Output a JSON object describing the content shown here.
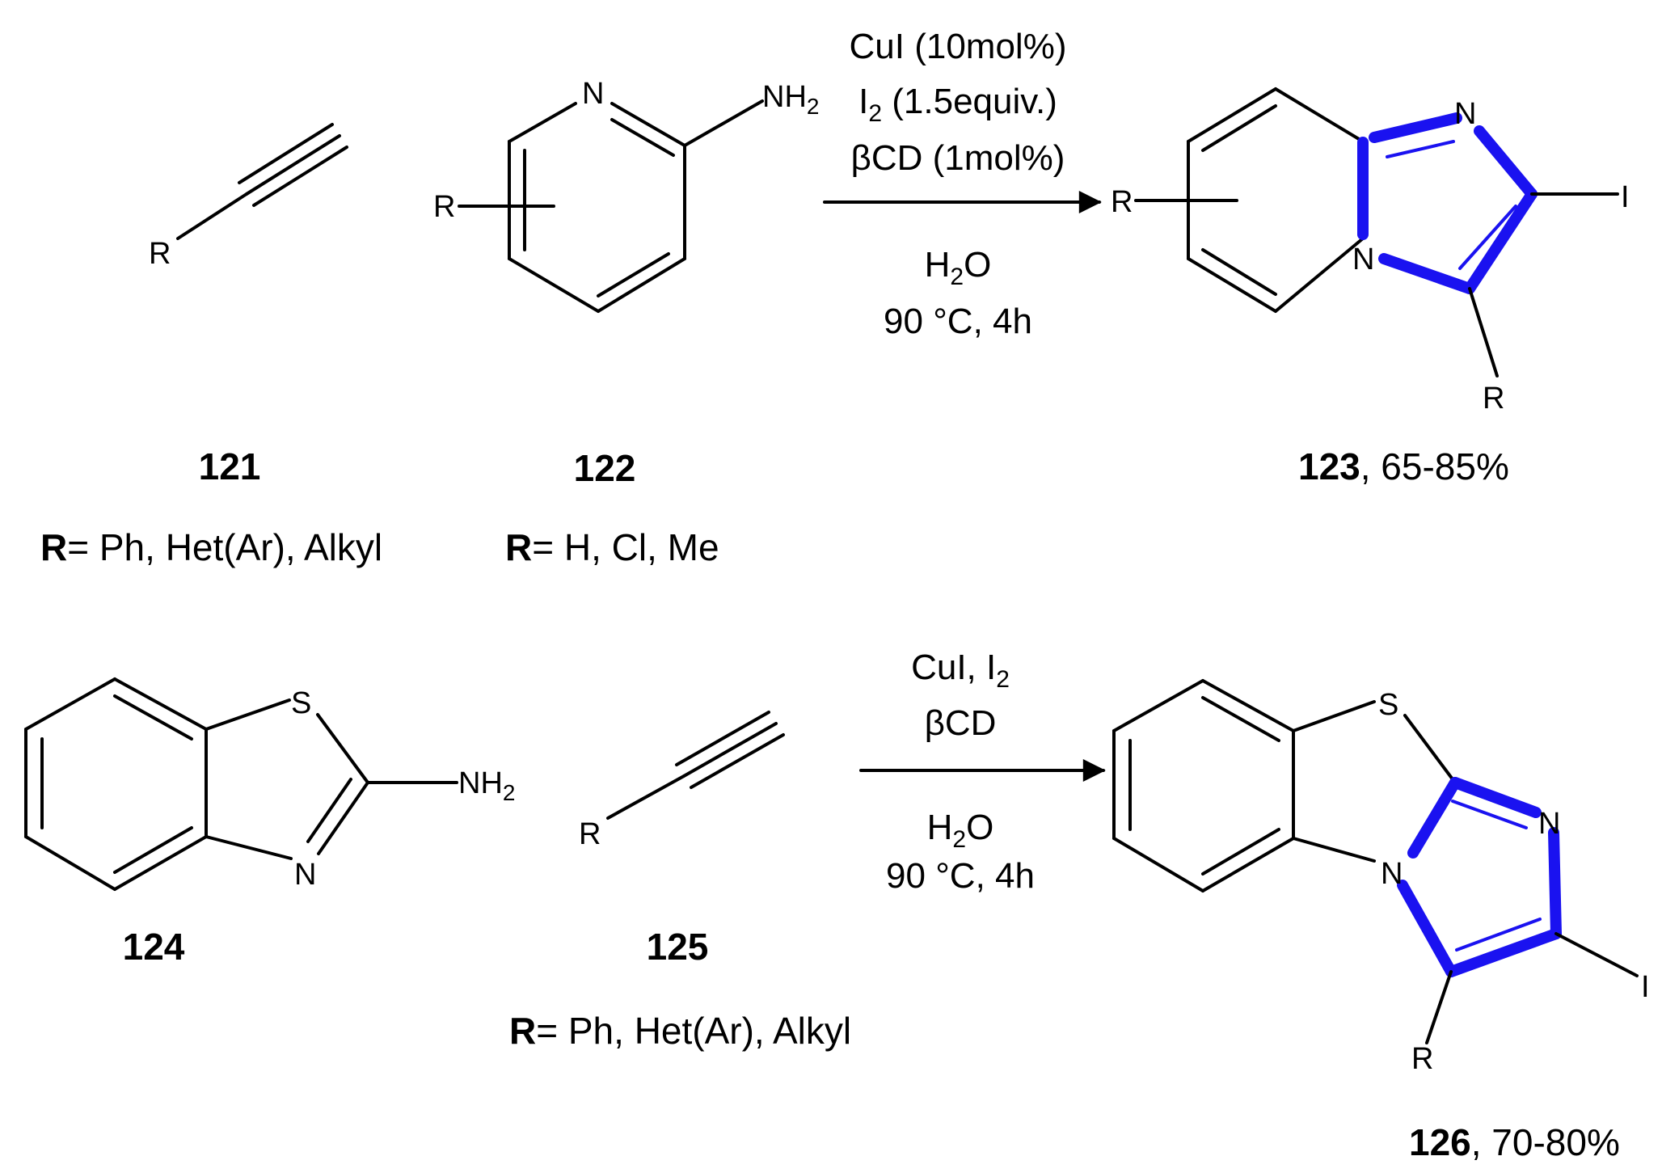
{
  "colors": {
    "bond": "#000000",
    "highlight": "#1a12f0"
  },
  "atoms": {
    "R": "R",
    "N": "N",
    "S": "S",
    "I": "I",
    "NH2_main": "NH",
    "NH2_sub": "2"
  },
  "reaction1": {
    "conditions_line1": "CuI (10mol%)",
    "conditions_line2_main": "I",
    "conditions_line2_sub": "2",
    "conditions_line2_rest": " (1.5equiv.)",
    "conditions_line3": "βCD (1mol%)",
    "solvent_main": "H",
    "solvent_sub": "2",
    "solvent_rest": "O",
    "temp_time": "90 °C, 4h",
    "compound_121": "121",
    "compound_122": "122",
    "compound_123": "123",
    "yield_123": ", 65-85%",
    "r_prefix": "R",
    "r_121_values": "= Ph, Het(Ar), Alkyl",
    "r_122_values": "= H, Cl, Me"
  },
  "reaction2": {
    "conditions_line1_main": "CuI, I",
    "conditions_line1_sub": "2",
    "conditions_line2": "βCD",
    "solvent_main": "H",
    "solvent_sub": "2",
    "solvent_rest": "O",
    "temp_time": "90 °C, 4h",
    "compound_124": "124",
    "compound_125": "125",
    "compound_126": "126",
    "yield_126": ", 70-80%",
    "r_prefix": "R",
    "r_125_values": "= Ph, Het(Ar), Alkyl"
  }
}
